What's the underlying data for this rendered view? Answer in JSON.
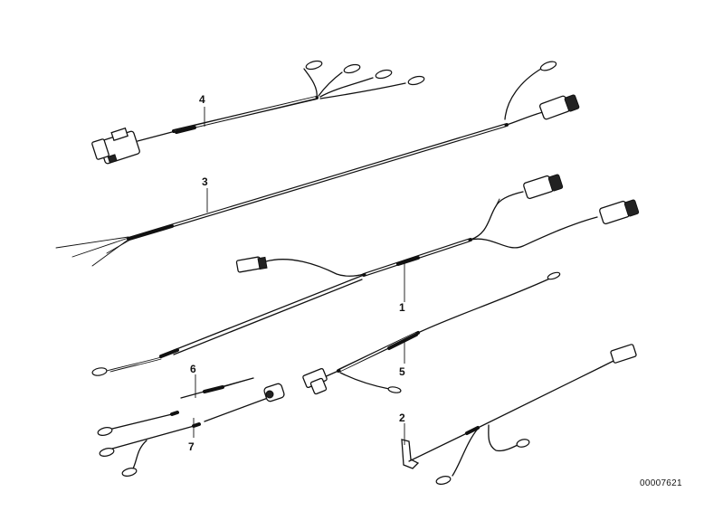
{
  "diagram": {
    "callouts": [
      {
        "id": "4",
        "label": "4"
      },
      {
        "id": "3",
        "label": "3"
      },
      {
        "id": "1",
        "label": "1"
      },
      {
        "id": "5",
        "label": "5"
      },
      {
        "id": "6",
        "label": "6"
      },
      {
        "id": "7",
        "label": "7"
      },
      {
        "id": "2",
        "label": "2"
      }
    ],
    "document_number": "00007621"
  }
}
